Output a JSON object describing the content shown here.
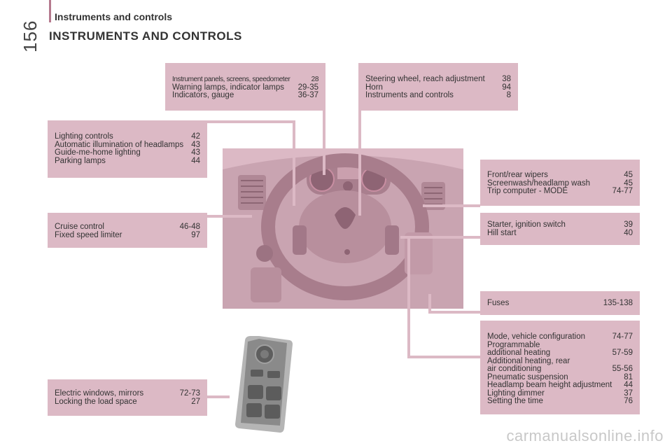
{
  "header": {
    "page_number": "156",
    "section_title": "Instruments and controls"
  },
  "main_title": "INSTRUMENTS AND CONTROLS",
  "boxes": {
    "instrument_panels": [
      {
        "label": "Instrument panels, screens, speedometer",
        "page": "28"
      },
      {
        "label": "Warning lamps, indicator lamps",
        "page": "29-35"
      },
      {
        "label": "Indicators, gauge",
        "page": "36-37"
      }
    ],
    "steering": [
      {
        "label": "Steering wheel, reach adjustment",
        "page": "38"
      },
      {
        "label": "Horn",
        "page": "94"
      },
      {
        "label": "Instruments and controls",
        "page": "8"
      }
    ],
    "lighting": [
      {
        "label": "Lighting controls",
        "page": "42"
      },
      {
        "label": "Automatic illumination of headlamps",
        "page": "43"
      },
      {
        "label": "Guide-me-home lighting",
        "page": "43"
      },
      {
        "label": "Parking lamps",
        "page": "44"
      }
    ],
    "wipers": [
      {
        "label": "Front/rear wipers",
        "page": "45"
      },
      {
        "label": "Screenwash/headlamp wash",
        "page": "45"
      },
      {
        "label": "Trip computer - MODE",
        "page": "74-77"
      }
    ],
    "cruise": [
      {
        "label": "Cruise control",
        "page": "46-48"
      },
      {
        "label": "Fixed speed limiter",
        "page": "97"
      }
    ],
    "starter": [
      {
        "label": "Starter, ignition switch",
        "page": "39"
      },
      {
        "label": "Hill start",
        "page": "40"
      }
    ],
    "fuses": [
      {
        "label": "Fuses",
        "page": "135-138"
      }
    ],
    "mode": [
      {
        "label": "Mode, vehicle configuration",
        "page": "74-77"
      },
      {
        "label": "Programmable",
        "page": ""
      },
      {
        "label": "additional heating",
        "page": "57-59"
      },
      {
        "label": "Additional heating, rear",
        "page": ""
      },
      {
        "label": "air conditioning",
        "page": "55-56"
      },
      {
        "label": "Pneumatic suspension",
        "page": "81"
      },
      {
        "label": "Headlamp beam height adjustment",
        "page": "44"
      },
      {
        "label": "Lighting dimmer",
        "page": "37"
      },
      {
        "label": "Setting the time",
        "page": "76"
      }
    ],
    "windows": [
      {
        "label": "Electric windows, mirrors",
        "page": "72-73"
      },
      {
        "label": "Locking the load space",
        "page": "27"
      }
    ]
  },
  "footer": "carmanualsonline.info",
  "colors": {
    "box_fill": "#dcb9c5",
    "accent": "#b57a8e"
  }
}
